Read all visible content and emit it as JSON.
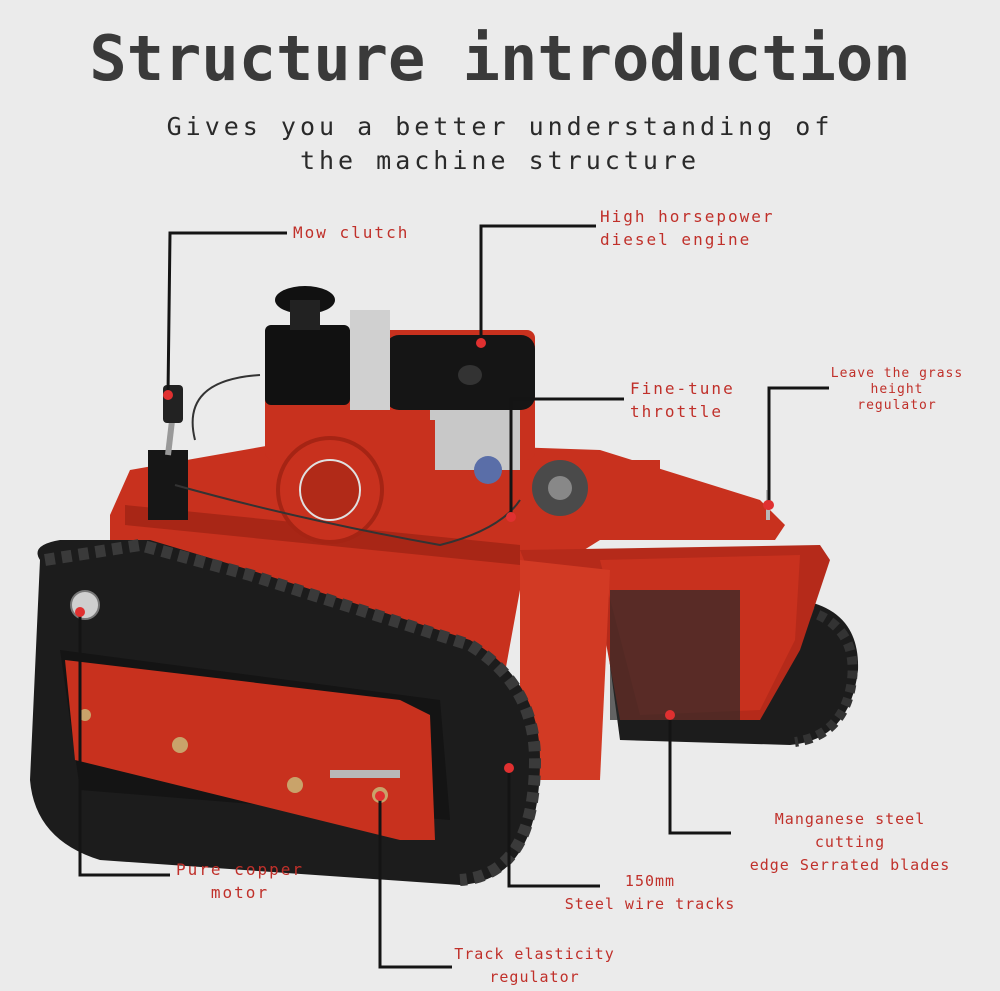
{
  "title": "Structure introduction",
  "subtitle_line1": "Gives you a better understanding of",
  "subtitle_line2": "the machine structure",
  "labels": {
    "mow_clutch": "Mow clutch",
    "engine_line1": "High horsepower",
    "engine_line2": "diesel engine",
    "throttle_line1": "Fine-tune",
    "throttle_line2": "throttle",
    "grass_line1": "Leave the grass",
    "grass_line2": "height",
    "grass_line3": "regulator",
    "blades_line1": "Manganese steel cutting",
    "blades_line2": "edge Serrated blades",
    "motor_line1": "Pure copper",
    "motor_line2": "motor",
    "tracks_line1": "150mm",
    "tracks_line2": "Steel wire tracks",
    "tension_line1": "Track elasticity",
    "tension_line2": "regulator"
  },
  "colors": {
    "accent": "#c0302a",
    "machine_red": "#c8311e",
    "track": "#1c1c1c",
    "background": "#ebebeb"
  }
}
